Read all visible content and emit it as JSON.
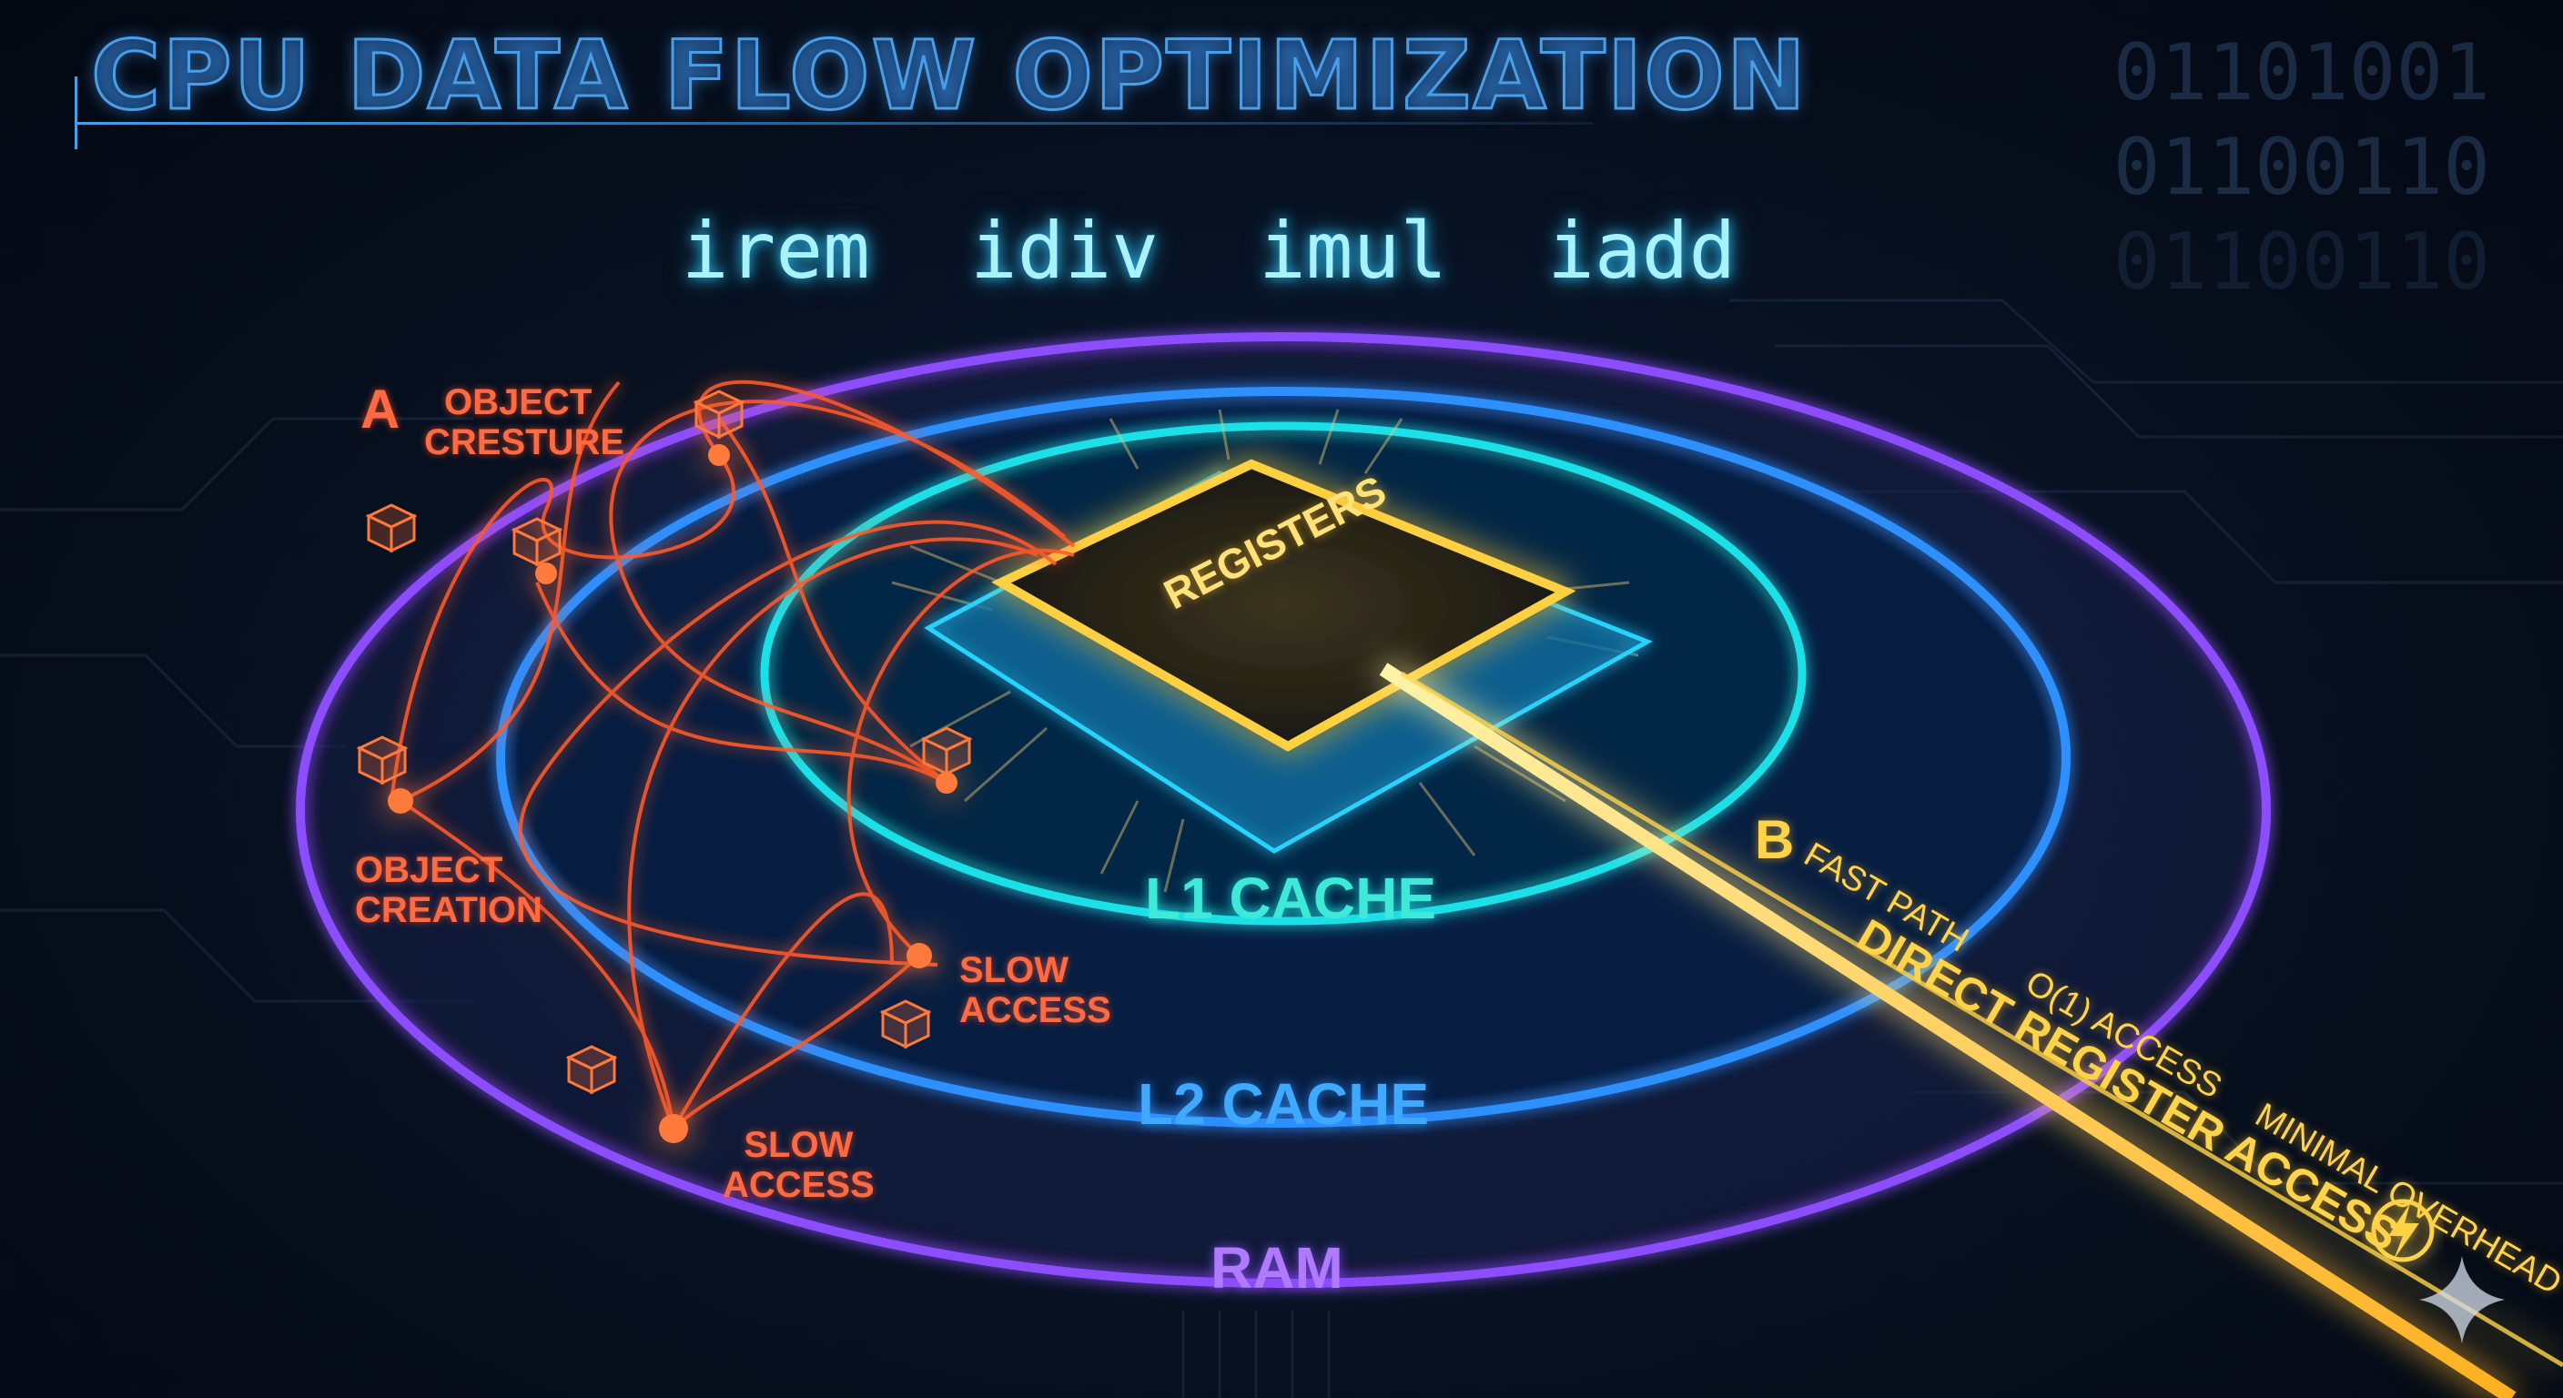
{
  "title": "CPU DATA FLOW OPTIMIZATION",
  "binary_lines": [
    "01101001",
    "01100110",
    "01100110"
  ],
  "instructions": [
    "irem",
    "idiv",
    "imul",
    "iadd"
  ],
  "layers": {
    "core": "REGISTERS",
    "l1": "L1 CACHE",
    "l2": "L2 CACHE",
    "ram": "RAM"
  },
  "path_a": {
    "letter": "A",
    "labels": [
      "OBJECT",
      "CRESTURE",
      "OBJECT",
      "CREATION",
      "SLOW",
      "ACCESS",
      "SLOW",
      "ACCESS"
    ]
  },
  "path_b": {
    "letter": "B",
    "line1": [
      "FAST PATH",
      "O(1) ACCESS",
      "MINIMAL OVERHEAD"
    ],
    "line2": "DIRECT REGISTER ACCESS"
  },
  "colors": {
    "ram_ring": "#8c4dff",
    "l2_ring": "#2f8fff",
    "l1_ring": "#1ee0e8",
    "slow_path": "#ff5a2c",
    "fast_path": "#ffc83a"
  }
}
